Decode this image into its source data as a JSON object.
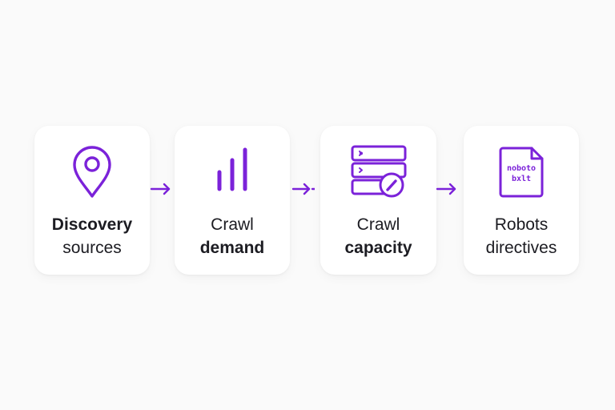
{
  "colors": {
    "accent": "#7b22d9",
    "text": "#1c1c22",
    "card": "#ffffff",
    "background": "#fafafa"
  },
  "steps": [
    {
      "icon": "location-pin-icon",
      "line1": "Discovery",
      "line2": "sources"
    },
    {
      "icon": "bar-chart-icon",
      "line1": "Crawl",
      "line2": "demand"
    },
    {
      "icon": "server-gauge-icon",
      "line1": "Crawl",
      "line2": "capacity"
    },
    {
      "icon": "robots-file-icon",
      "line1": "Robots",
      "line2": "directives",
      "doc_line1": "noboto",
      "doc_line2": "bxlt"
    }
  ]
}
